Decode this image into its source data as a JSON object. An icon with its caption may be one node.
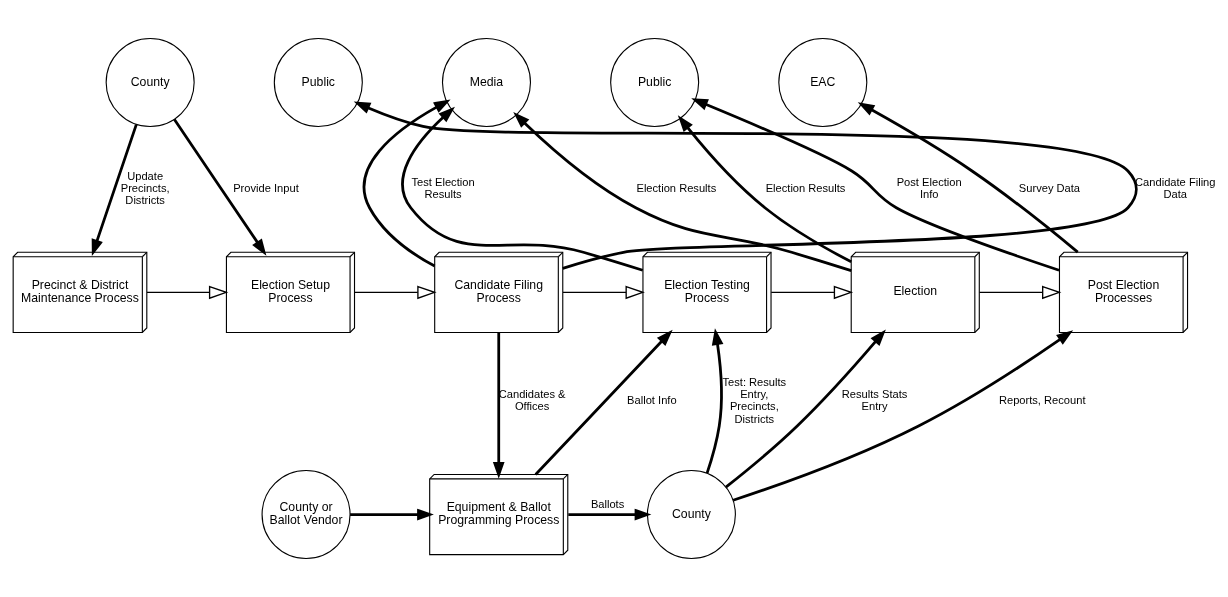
{
  "diagram": {
    "nodes": [
      {
        "text": [
          "County"
        ]
      },
      {
        "text": [
          "Public"
        ]
      },
      {
        "text": [
          "Media"
        ]
      },
      {
        "text": [
          "Public"
        ]
      },
      {
        "text": [
          "EAC"
        ]
      },
      {
        "text": [
          "Precinct & District Maintenance Process"
        ]
      },
      {
        "text": [
          "Election Setup Process"
        ]
      },
      {
        "text": [
          "Candidate Filing Process"
        ]
      },
      {
        "text": [
          "Election Testing Process"
        ]
      },
      {
        "text": [
          "Election"
        ]
      },
      {
        "text": [
          "Post Election Processes"
        ]
      },
      {
        "text": [
          "County or Ballot Vendor"
        ]
      },
      {
        "text": [
          "Equipment & Ballot Programming Process"
        ]
      },
      {
        "text": [
          "County"
        ]
      }
    ],
    "edges": [
      {
        "from": 0,
        "to": 5,
        "arrow": "to",
        "label": "Update Precincts, Districts"
      },
      {
        "from": 0,
        "to": 6,
        "arrow": "to",
        "label": "Provide Input"
      },
      {
        "from": 5,
        "to": 6,
        "arrow": "to"
      },
      {
        "from": 6,
        "to": 7,
        "arrow": "to"
      },
      {
        "from": 7,
        "to": 8,
        "arrow": "to"
      },
      {
        "from": 8,
        "to": 9,
        "arrow": "to"
      },
      {
        "from": 9,
        "to": 10,
        "arrow": "to"
      },
      {
        "from": 7,
        "to": 1,
        "arrow": "to",
        "label": "Candidate Filing Data"
      },
      {
        "from": 7,
        "to": 2,
        "arrow": "to"
      },
      {
        "from": 8,
        "to": 2,
        "arrow": "to",
        "label": "Test Election Results"
      },
      {
        "from": 9,
        "to": 2,
        "arrow": "to",
        "label": "Election Results"
      },
      {
        "from": 9,
        "to": 3,
        "arrow": "to",
        "label": "Election Results"
      },
      {
        "from": 10,
        "to": 3,
        "arrow": "to",
        "label": "Post Election Info"
      },
      {
        "from": 10,
        "to": 4,
        "arrow": "to",
        "label": "Survey Data"
      },
      {
        "from": 7,
        "to": 12,
        "arrow": "to",
        "label": "Candidates & Offices"
      },
      {
        "from": 11,
        "to": 12,
        "arrow": "to"
      },
      {
        "from": 12,
        "to": 8,
        "arrow": "to",
        "label": "Ballot Info"
      },
      {
        "from": 12,
        "to": 13,
        "arrow": "to",
        "label": "Ballots"
      },
      {
        "from": 13,
        "to": 8,
        "arrow": "to",
        "label": "Test: Results Entry, Precincts, Districts"
      },
      {
        "from": 13,
        "to": 9,
        "arrow": "to",
        "label": "Results Stats Entry"
      },
      {
        "from": 13,
        "to": 10,
        "arrow": "to",
        "label": "Reports, Recount"
      }
    ]
  }
}
